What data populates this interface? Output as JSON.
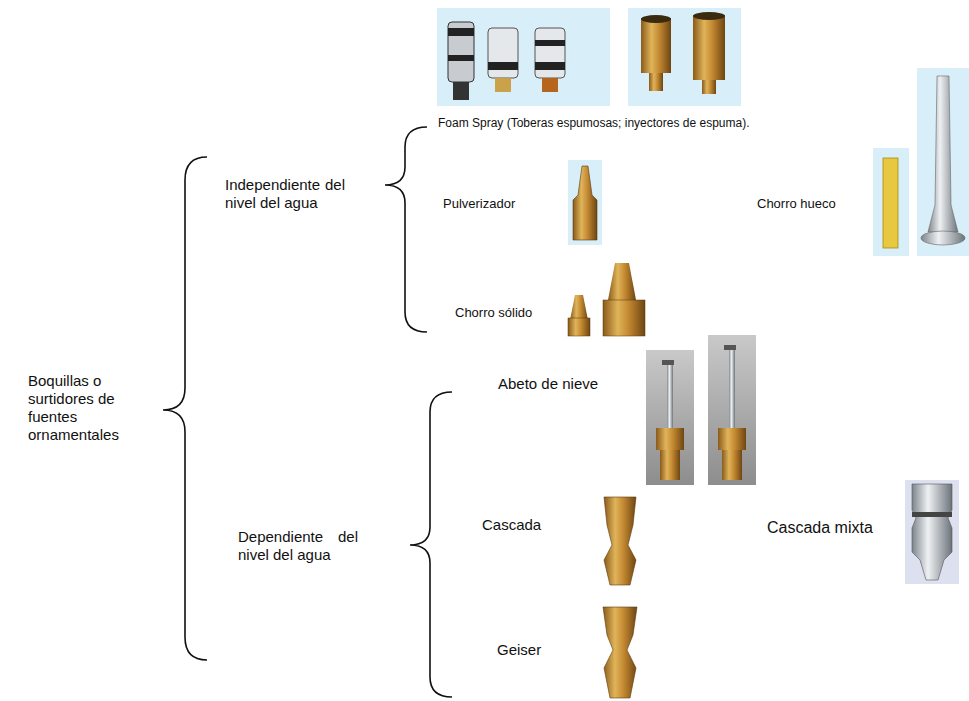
{
  "diagram": {
    "labels": [
      "Boquillas o surtidores de fuentes ornamentales",
      "Independiente del nivel del agua",
      "Foam Spray (Toberas espumosas; inyectores de espuma).",
      "Pulverizador",
      "Chorro hueco",
      "Chorro sólido",
      "Dependiente del nivel del agua",
      "Abeto de nieve",
      "Cascada",
      "Cascada mixta",
      "Geiser"
    ]
  }
}
